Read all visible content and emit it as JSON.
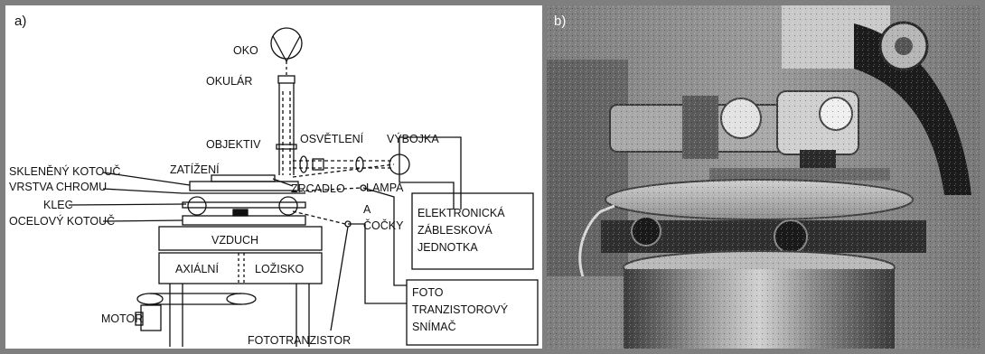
{
  "panel_a": {
    "tag": "a)",
    "labels": {
      "oko": "OKO",
      "okular": "OKULÁR",
      "objektiv": "OBJEKTIV",
      "osvetleni": "OSVĚTLENÍ",
      "vybojka": "VÝBOJKA",
      "skleneny_kotouc": "SKLENĚNÝ KOTOUČ",
      "zatizeni": "ZATÍŽENÍ",
      "vrstva_chromu": "VRSTVA CHROMU",
      "zrcadlo": "ZRCADLO",
      "lampa": "LAMPA",
      "klec": "KLEC",
      "a": "A",
      "cocky": "ČOČKY",
      "ocelovy_kotouc": "OCELOVÝ KOTOUČ",
      "vzduch": "VZDUCH",
      "axialni": "AXIÁLNÍ",
      "lozisko": "LOŽISKO",
      "motor": "MOTOR",
      "fototranzistor": "FOTOTRANZISTOR"
    },
    "box_flash": [
      "ELEKTRONICKÁ",
      "ZÁBLESKOVÁ",
      "JEDNOTKA"
    ],
    "box_sensor": [
      "FOTO",
      "TRANZISTOROVÝ",
      "SNÍMAČ"
    ]
  },
  "panel_b": {
    "tag": "b)"
  },
  "colors": {
    "frame": "#7f7f7f",
    "ink": "#111111",
    "photo_base": "#8c8c8c"
  }
}
